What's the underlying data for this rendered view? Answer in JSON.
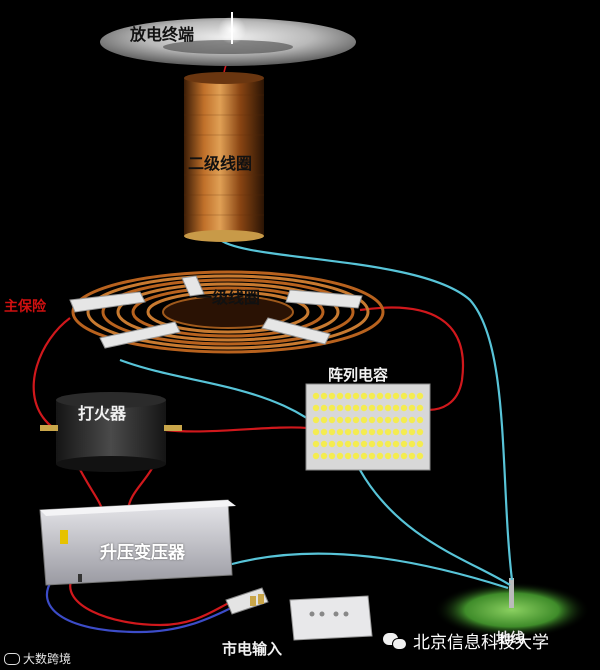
{
  "labels": {
    "discharge_terminal": "放电终端",
    "secondary_coil": "二级线圈",
    "primary_coil": "一级线圈",
    "main_protection": "主保险",
    "capacitor_array": "阵列电容",
    "spark_gap": "打火器",
    "step_up_transformer": "升压变压器",
    "mains_input": "市电输入",
    "ground": "地线"
  },
  "watermark": {
    "left_logo": "大数跨境",
    "right_text": "北京信息科技大学"
  },
  "colors": {
    "background": "#000000",
    "wire_red": "#d0181c",
    "wire_cyan": "#58c4d8",
    "wire_blue": "#3c4cc8",
    "copper": "#b8621e",
    "ground_grass": "#3f8c2a",
    "led": "#f4ec50"
  },
  "icons": [
    "wechat-icon",
    "logo-icon"
  ]
}
